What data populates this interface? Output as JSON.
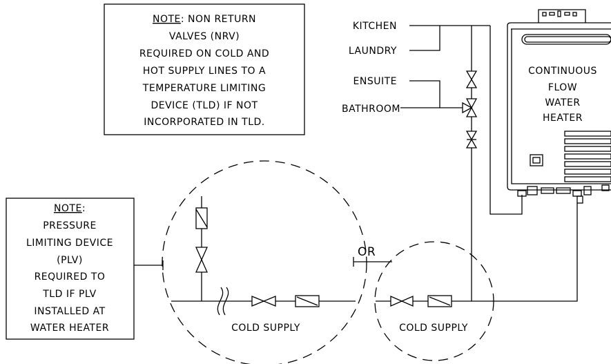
{
  "note_nrv": {
    "heading": "NOTE",
    "lines": [
      ": NON RETURN",
      "VALVES (NRV)",
      "REQUIRED ON COLD AND",
      "HOT SUPPLY LINES TO A",
      "TEMPERATURE LIMITING",
      "DEVICE (TLD) IF NOT",
      "INCORPORATED IN TLD."
    ]
  },
  "note_plv": {
    "heading": "NOTE",
    "heading_suffix": ":",
    "lines": [
      "PRESSURE",
      "LIMITING DEVICE",
      "(PLV)",
      "REQUIRED TO",
      "TLD IF PLV",
      "INSTALLED AT",
      "WATER HEATER"
    ]
  },
  "outlets": {
    "kitchen": "KITCHEN",
    "laundry": "LAUNDRY",
    "ensuite": "ENSUITE",
    "bathroom": "BATHROOM"
  },
  "heater": {
    "lines": [
      "CONTINUOUS",
      "FLOW",
      "WATER",
      "HEATER"
    ]
  },
  "or_label": "OR",
  "cold_supply_left": "COLD SUPPLY",
  "cold_supply_right": "COLD SUPPLY"
}
